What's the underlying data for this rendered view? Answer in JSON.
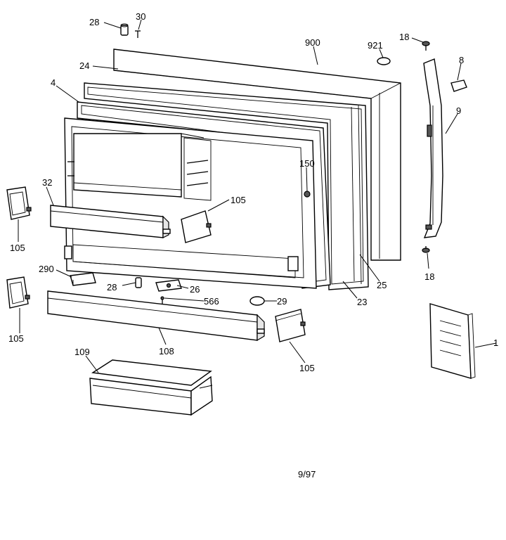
{
  "labels": {
    "l28a": "28",
    "l30": "30",
    "l900": "900",
    "l921": "921",
    "l18a": "18",
    "l8": "8",
    "l24": "24",
    "l4": "4",
    "l9": "9",
    "l150": "150",
    "l32": "32",
    "l105a": "105",
    "l105b": "105",
    "l105c": "105",
    "l105d": "105",
    "l290": "290",
    "l28b": "28",
    "l26": "26",
    "l566": "566",
    "l29": "29",
    "l25": "25",
    "l23": "23",
    "l18b": "18",
    "l1": "1",
    "l108": "108",
    "l109": "109"
  },
  "footer": "9/97"
}
